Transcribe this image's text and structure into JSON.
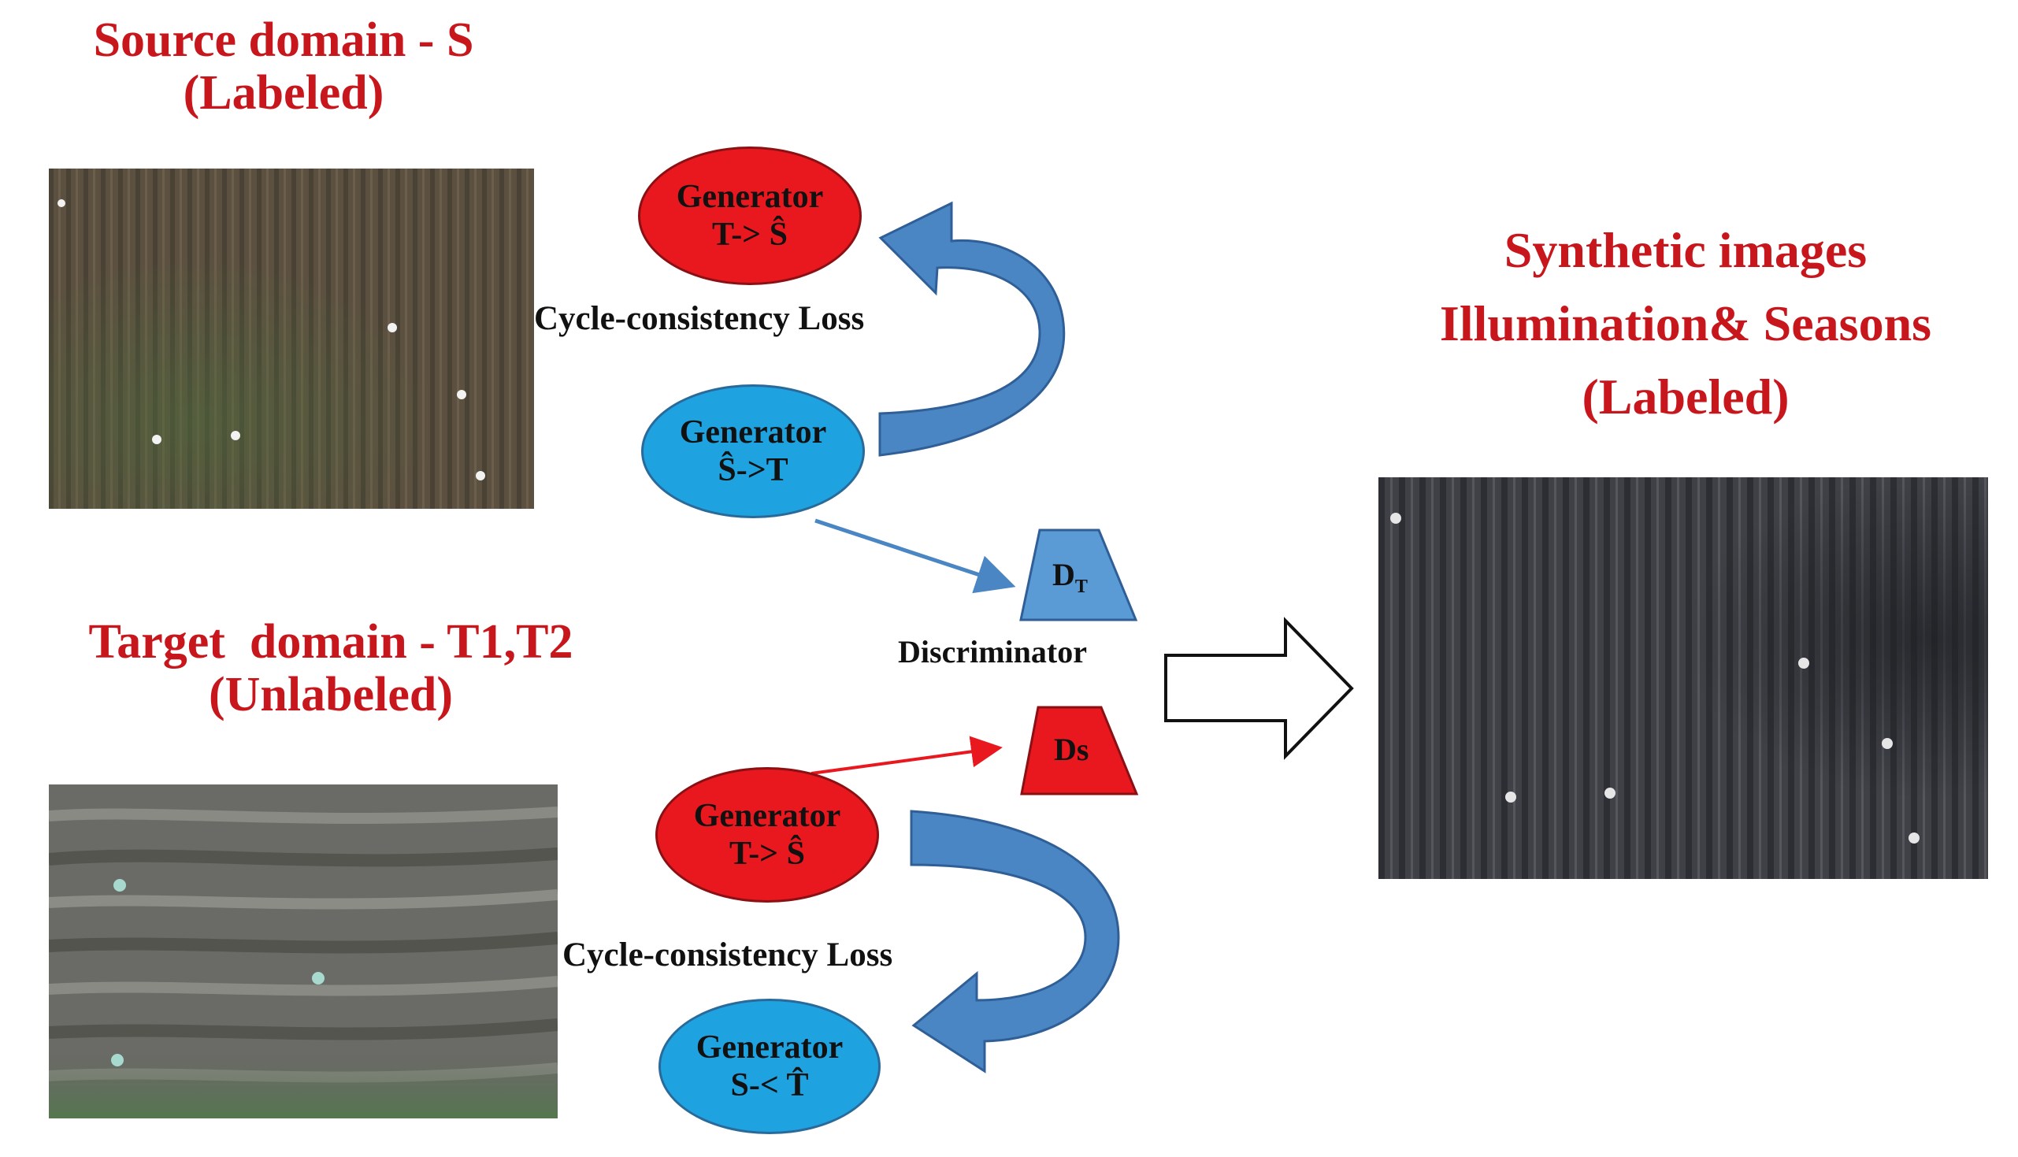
{
  "source": {
    "title_line1": "Source domain - S",
    "title_line2": "(Labeled)"
  },
  "target": {
    "title_line1": "Target  domain - T1,T2",
    "title_line2": "(Unlabeled)"
  },
  "synthetic": {
    "title_line1": "Synthetic images",
    "title_line2": "Illumination& Seasons",
    "title_line3": "(Labeled)"
  },
  "top_cycle": {
    "gen_top_line1": "Generator",
    "gen_top_line2": "T-> Ŝ",
    "loss_label": "Cycle-consistency Loss",
    "gen_bottom_line1": "Generator",
    "gen_bottom_line2": "Ŝ->T"
  },
  "bottom_cycle": {
    "gen_top_line1": "Generator",
    "gen_top_line2": "T-> Ŝ",
    "loss_label": "Cycle-consistency Loss",
    "gen_bottom_line1": "Generator",
    "gen_bottom_line2": "S-< T̂"
  },
  "discriminator": {
    "label": "Discriminator",
    "dt_main": "D",
    "dt_sub": "T",
    "ds_label": "Ds"
  },
  "colors": {
    "title_red": "#c8161d",
    "generator_red": "#e8181e",
    "generator_blue": "#1ea3e0",
    "cycle_arrow": "#4a86c4",
    "disc_blue": "#5b9bd5",
    "disc_red": "#e8181e"
  },
  "icons": {
    "big_arrow": "hollow-right-arrow-icon",
    "cycle_arrow": "curved-arrow-icon"
  }
}
